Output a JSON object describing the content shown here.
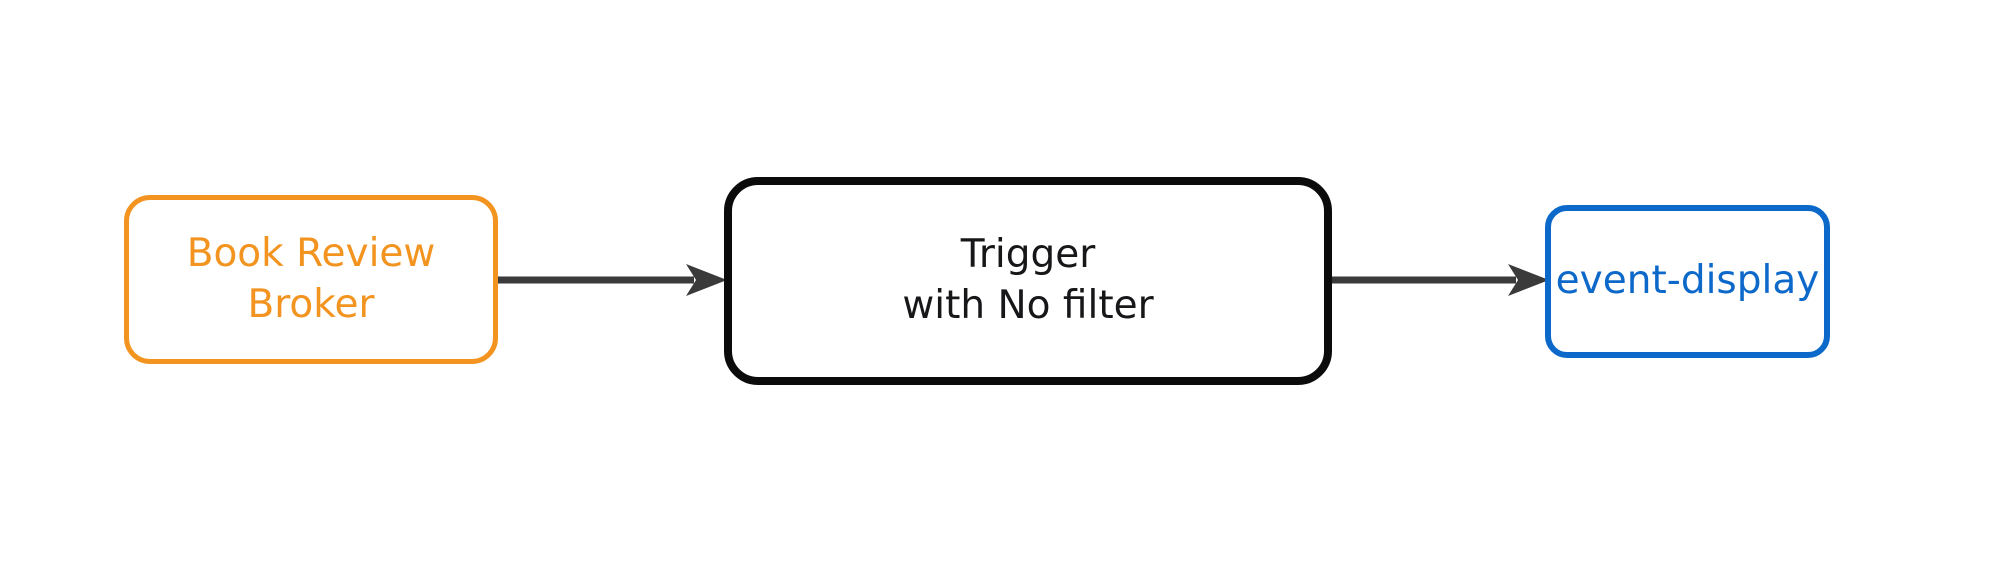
{
  "diagram": {
    "type": "flow",
    "orientation": "left-to-right",
    "background_color": "#ffffff",
    "nodes": [
      {
        "id": "source",
        "label": "Book Review\nBroker",
        "line1": "Book Review",
        "line2": "Broker",
        "role": "broker",
        "border_color": "#f2941f",
        "text_color": "#f2941f",
        "fill_color": "#ffffff",
        "shape": "rounded-rectangle"
      },
      {
        "id": "trigger",
        "label": "Trigger\nwith No filter",
        "line1": "Trigger",
        "line2": "with No filter",
        "role": "trigger",
        "border_color": "#0b0b0b",
        "text_color": "#17171a",
        "fill_color": "#ffffff",
        "shape": "rounded-rectangle"
      },
      {
        "id": "sink",
        "label": "event-display",
        "line1": "event-display",
        "role": "sink-service",
        "border_color": "#0d69c9",
        "text_color": "#0d69c9",
        "fill_color": "#ffffff",
        "shape": "rounded-rectangle"
      }
    ],
    "edges": [
      {
        "id": "edge-1",
        "from": "source",
        "to": "trigger",
        "label": "",
        "color": "#3a3a3a",
        "arrowhead": "solid-triangle"
      },
      {
        "id": "edge-2",
        "from": "trigger",
        "to": "sink",
        "label": "",
        "color": "#3a3a3a",
        "arrowhead": "solid-triangle"
      }
    ]
  }
}
